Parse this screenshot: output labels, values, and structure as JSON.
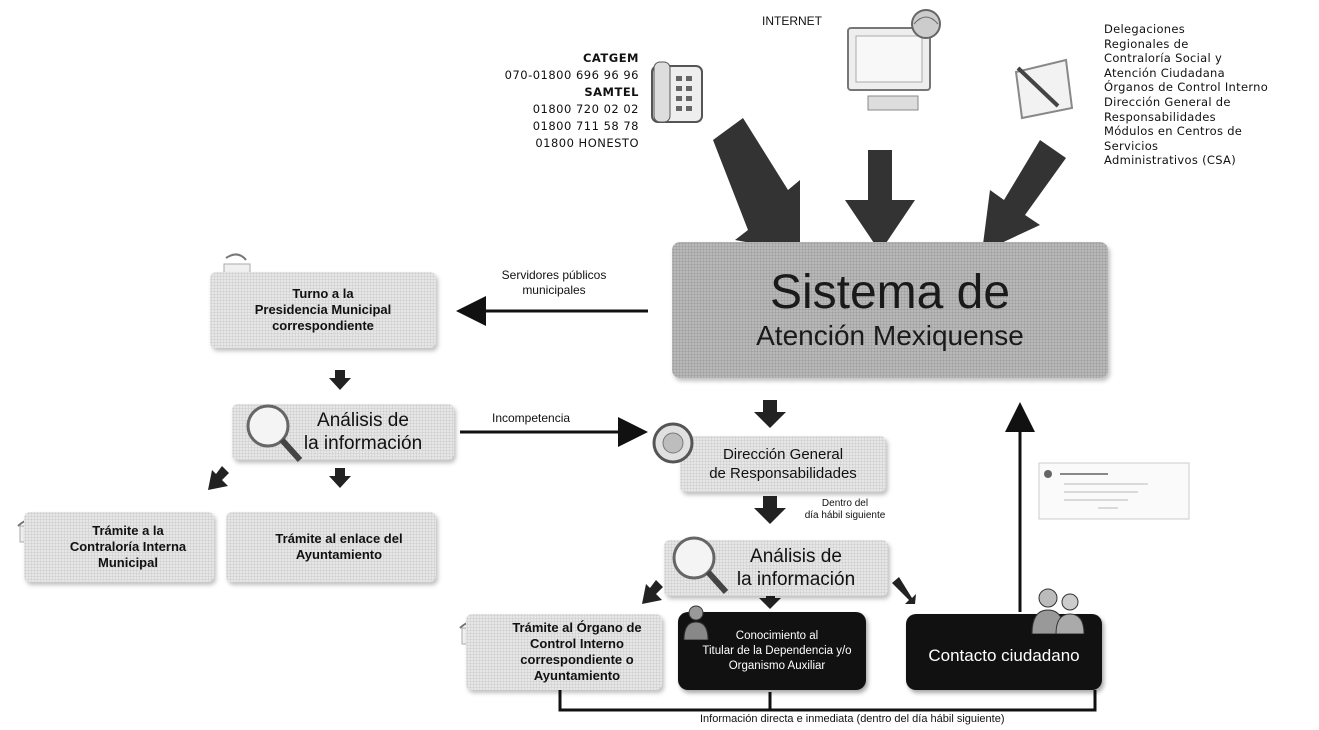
{
  "sources": {
    "internet": "INTERNET",
    "phones": [
      "CATGEM",
      "070-01800 696 96 96",
      "SAMTEL",
      "01800 720 02 02",
      "01800 711 58 78",
      "01800 HONESTO"
    ],
    "delegations": [
      "Delegaciones",
      "Regionales de",
      "Contraloría Social y",
      "Atención Ciudadana",
      "Órganos de Control Interno",
      "Dirección General de",
      "Responsabilidades",
      "Módulos en Centros de",
      "Servicios",
      "Administrativos (CSA)"
    ]
  },
  "main_system": {
    "line1": "Sistema de",
    "line2": "Atención Mexiquense"
  },
  "left_branch": {
    "turno": [
      "Turno a la",
      "Presidencia Municipal",
      "correspondiente"
    ],
    "servidores": [
      "Servidores públicos",
      "municipales"
    ],
    "analisis": [
      "Análisis de",
      "la información"
    ],
    "incompetencia": "Incompetencia",
    "contraloria": [
      "Trámite a la",
      "Contraloría Interna",
      "Municipal"
    ],
    "enlace": [
      "Trámite al enlace del",
      "Ayuntamiento"
    ]
  },
  "center_branch": {
    "dgr": [
      "Dirección General",
      "de Responsabilidades"
    ],
    "dentro": [
      "Dentro del",
      "día hábil siguiente"
    ],
    "analisis": [
      "Análisis de",
      "la información"
    ],
    "organo": [
      "Trámite al Órgano de",
      "Control Interno",
      "correspondiente o",
      "Ayuntamiento"
    ],
    "conocimiento": [
      "Conocimiento al",
      "Titular de la Dependencia y/o",
      "Organismo Auxiliar"
    ],
    "contacto": "Contacto ciudadano",
    "footer": "Información directa e inmediata (dentro del día hábil siguiente)"
  },
  "colors": {
    "dark_box": "#111111",
    "gray_box": "#e6e6e6",
    "main_box": "#b3b3b3"
  }
}
